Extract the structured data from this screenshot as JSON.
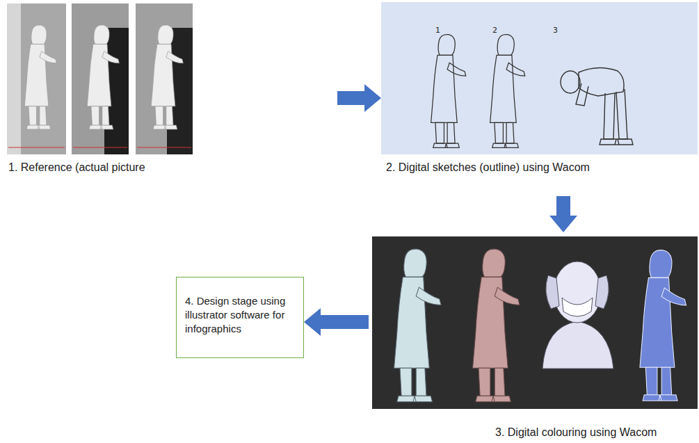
{
  "diagram": {
    "nodes": [
      {
        "text": [
          "1. Reference (actual picture"
        ]
      },
      {
        "text": [
          "2. Digital sketches (outline) using Wacom"
        ]
      },
      {
        "text": [
          "3. Digital colouring using Wacom"
        ]
      },
      {
        "text": [
          "4. Design stage using illustrator software for infographics"
        ]
      }
    ],
    "edges": [
      {
        "from": 0,
        "to": 1,
        "arrow": "to"
      },
      {
        "from": 1,
        "to": 2,
        "arrow": "to"
      },
      {
        "from": 2,
        "to": 3,
        "arrow": "to"
      }
    ],
    "labels": [
      "1",
      "2",
      "3"
    ]
  }
}
